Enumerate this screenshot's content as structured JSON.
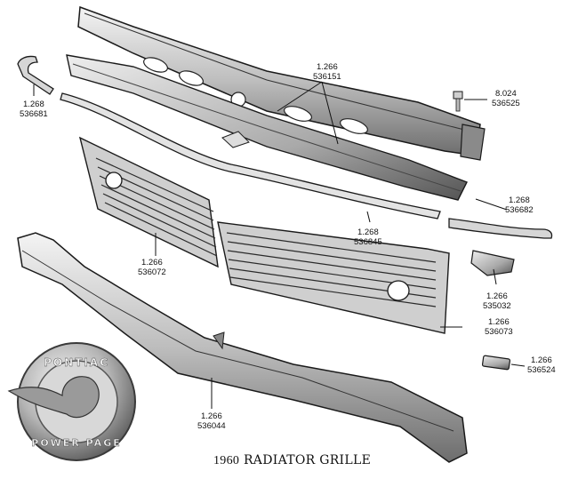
{
  "title": {
    "year": "1960",
    "name": "RADIATOR GRILLE"
  },
  "logo": {
    "top_text": "PONTIAC",
    "bottom_text": "POWER PAGE"
  },
  "parts": [
    {
      "id": "upper-support",
      "group": "1.266",
      "part": "536151"
    },
    {
      "id": "bolt",
      "group": "8.024",
      "part": "536525"
    },
    {
      "id": "left-molding",
      "group": "1.268",
      "part": "536681"
    },
    {
      "id": "right-molding",
      "group": "1.268",
      "part": "536682"
    },
    {
      "id": "center-molding",
      "group": "1.268",
      "part": "536845"
    },
    {
      "id": "left-grille",
      "group": "1.266",
      "part": "536072"
    },
    {
      "id": "right-grille",
      "group": "1.266",
      "part": "536073"
    },
    {
      "id": "bracket",
      "group": "1.266",
      "part": "535032"
    },
    {
      "id": "small-plate",
      "group": "1.266",
      "part": "536524"
    },
    {
      "id": "lower-panel",
      "group": "1.266",
      "part": "536044"
    }
  ]
}
